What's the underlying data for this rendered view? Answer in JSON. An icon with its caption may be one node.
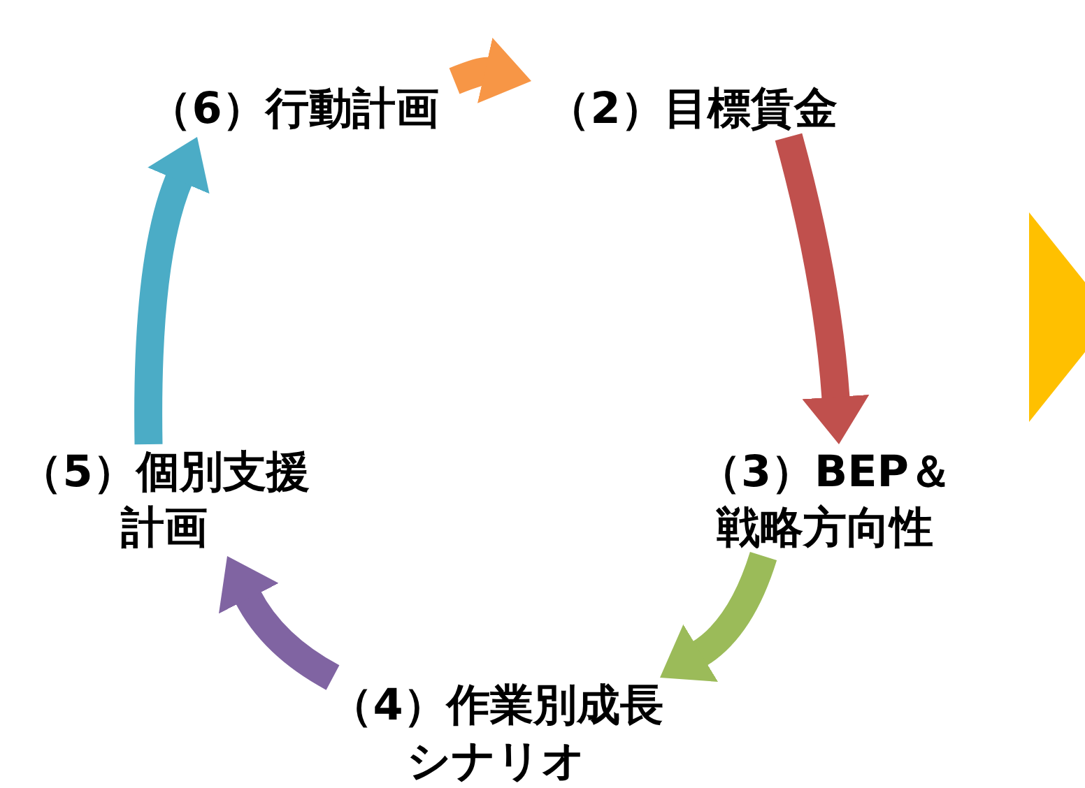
{
  "diagram": {
    "nodes": [
      {
        "text": [
          "（6）行動計画"
        ]
      },
      {
        "text": [
          "（2）目標賃金"
        ]
      },
      {
        "text": [
          "（3）BEP＆戦略方向性"
        ]
      },
      {
        "text": [
          "（4）作業別成長シナリオ"
        ]
      },
      {
        "text": [
          "（5）個別支援計画"
        ]
      },
      {
        "text": [],
        "shape": "triangle"
      }
    ],
    "edges": [
      {
        "from": 0,
        "to": 1,
        "arrow": "to",
        "color": "#f79646"
      },
      {
        "from": 1,
        "to": 2,
        "arrow": "to",
        "color": "#c0504d"
      },
      {
        "from": 2,
        "to": 3,
        "arrow": "to",
        "color": "#9bbb59"
      },
      {
        "from": 3,
        "to": 4,
        "arrow": "to",
        "color": "#8064a2"
      },
      {
        "from": 4,
        "to": 0,
        "arrow": "to",
        "color": "#4bacc6"
      }
    ]
  }
}
